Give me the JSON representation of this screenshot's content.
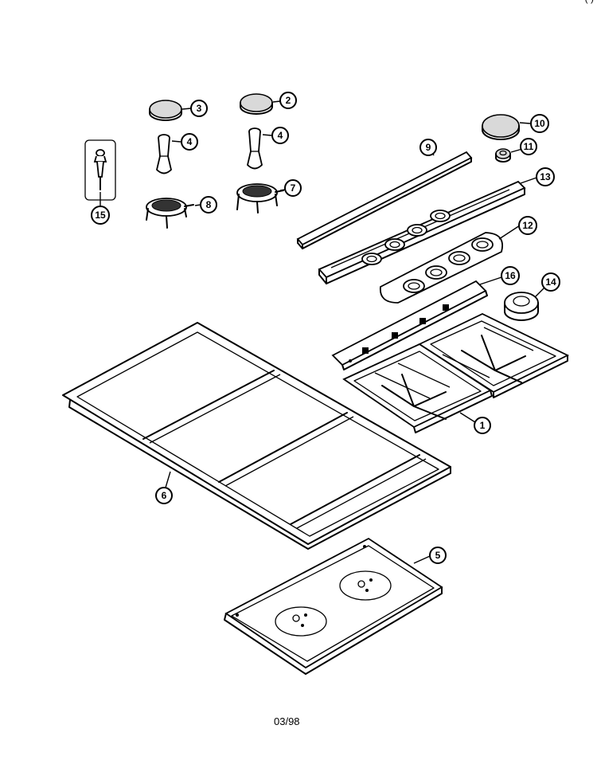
{
  "corner_text": "( )",
  "footer": {
    "date": "03/98"
  },
  "callouts": [
    {
      "id": "c1",
      "label": "1"
    },
    {
      "id": "c2",
      "label": "2"
    },
    {
      "id": "c3",
      "label": "3"
    },
    {
      "id": "c4a",
      "label": "4"
    },
    {
      "id": "c4b",
      "label": "4"
    },
    {
      "id": "c5",
      "label": "5"
    },
    {
      "id": "c6",
      "label": "6"
    },
    {
      "id": "c7",
      "label": "7"
    },
    {
      "id": "c8",
      "label": "8"
    },
    {
      "id": "c9",
      "label": "9"
    },
    {
      "id": "c10",
      "label": "10"
    },
    {
      "id": "c11",
      "label": "11"
    },
    {
      "id": "c12",
      "label": "12"
    },
    {
      "id": "c13",
      "label": "13"
    },
    {
      "id": "c14",
      "label": "14"
    },
    {
      "id": "c15",
      "label": "15"
    },
    {
      "id": "c16",
      "label": "16"
    }
  ]
}
